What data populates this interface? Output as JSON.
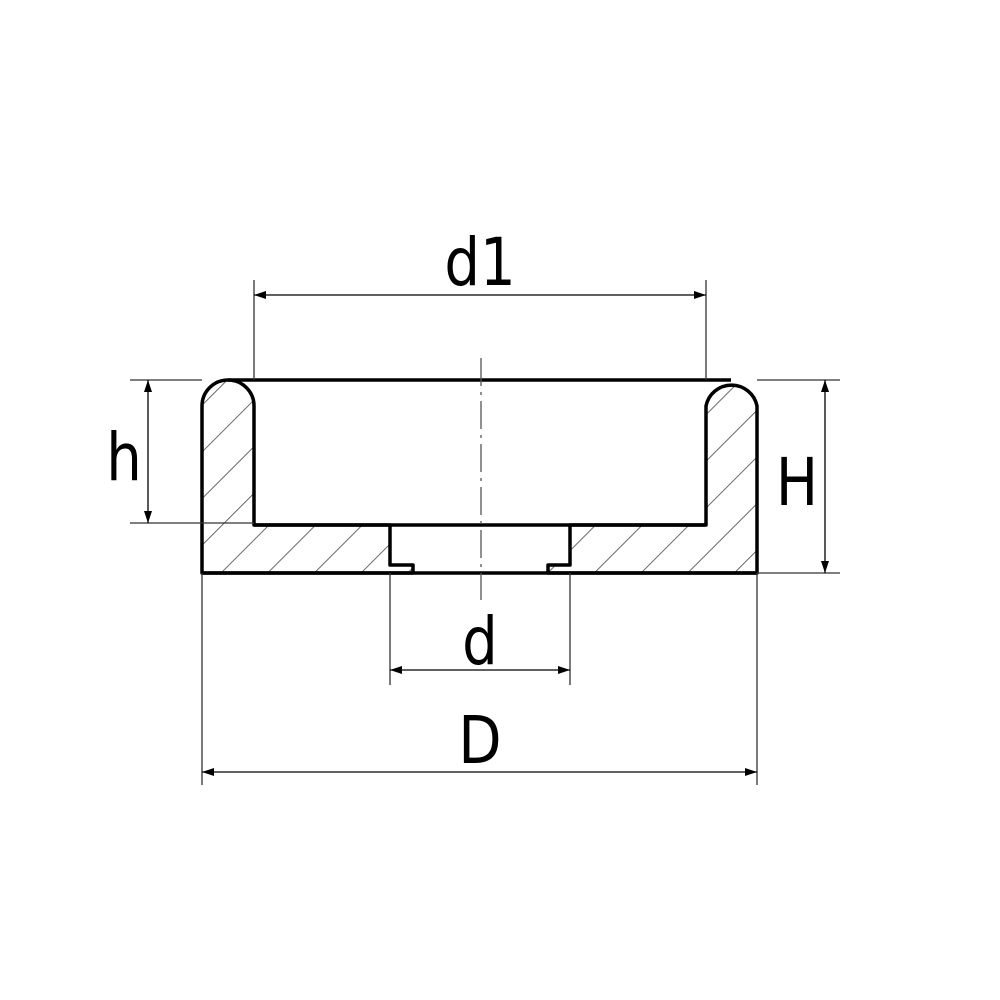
{
  "labels": {
    "d1": "d1",
    "h": "h",
    "H": "H",
    "d": "d",
    "D": "D"
  },
  "colors": {
    "line": "#000000",
    "thin": "#333333",
    "background": "#ffffff"
  }
}
